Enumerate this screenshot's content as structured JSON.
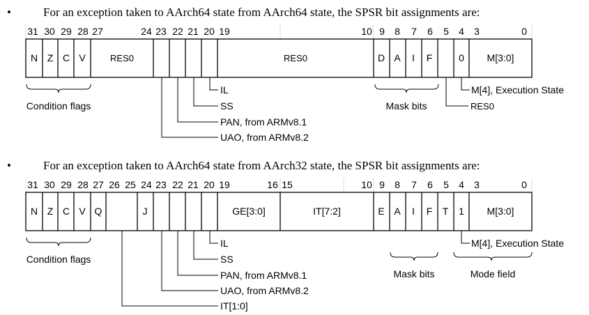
{
  "section1": {
    "bullet": "•",
    "intro": "For an exception taken to AArch64 state from AArch64 state, the SPSR bit assignments are:",
    "bit_numbers": [
      "31",
      "30",
      "29",
      "28",
      "27",
      "24",
      "23",
      "22",
      "21",
      "20",
      "19",
      "10",
      "9",
      "8",
      "7",
      "6",
      "5",
      "4",
      "3",
      "0"
    ],
    "fields": [
      "N",
      "Z",
      "C",
      "V",
      "RES0",
      "RES0",
      "D",
      "A",
      "I",
      "F",
      "0",
      "M[3:0]"
    ],
    "annotations": {
      "condition_flags": "Condition flags",
      "il": "IL",
      "ss": "SS",
      "pan": "PAN, from ARMv8.1",
      "uao": "UAO, from ARMv8.2",
      "mask_bits": "Mask bits",
      "m4": "M[4], Execution State",
      "res0": "RES0"
    }
  },
  "section2": {
    "bullet": "•",
    "intro": "For an exception taken to AArch64 state from AArch32 state, the SPSR bit assignments are:",
    "bit_numbers": [
      "31",
      "30",
      "29",
      "28",
      "27",
      "26",
      "25",
      "24",
      "23",
      "22",
      "21",
      "20",
      "19",
      "16",
      "15",
      "10",
      "9",
      "8",
      "7",
      "6",
      "5",
      "4",
      "3",
      "0"
    ],
    "fields": [
      "N",
      "Z",
      "C",
      "V",
      "Q",
      "J",
      "GE[3:0]",
      "IT[7:2]",
      "E",
      "A",
      "I",
      "F",
      "T",
      "1",
      "M[3:0]"
    ],
    "annotations": {
      "condition_flags": "Condition flags",
      "il": "IL",
      "ss": "SS",
      "pan": "PAN, from ARMv8.1",
      "uao": "UAO, from ARMv8.2",
      "it10": "IT[1:0]",
      "mask_bits": "Mask bits",
      "mode_field": "Mode field",
      "m4": "M[4], Execution State"
    }
  }
}
